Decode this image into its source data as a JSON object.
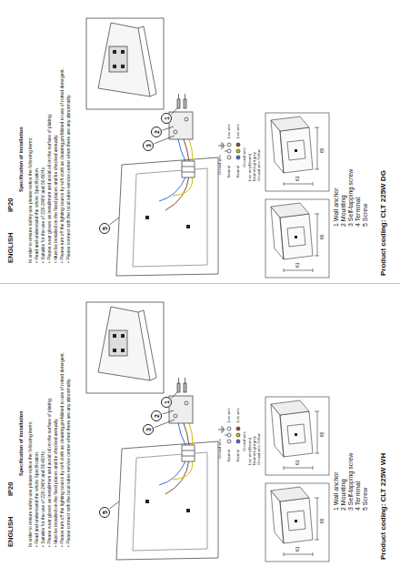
{
  "diagram": {
    "nodes": [
      {
        "text": [
          "1"
        ]
      },
      {
        "text": [
          "2"
        ]
      },
      {
        "text": [
          "3"
        ]
      },
      {
        "text": [
          "5"
        ]
      },
      {
        "text": [
          "1"
        ]
      },
      {
        "text": [
          "2"
        ]
      },
      {
        "text": [
          "3"
        ]
      },
      {
        "text": [
          "5"
        ]
      }
    ],
    "labels": [
      "ENGLISH",
      "IP20",
      "Specification of installation",
      "In order to ensure safety use please notice the following items:",
      "• Read and understand the whole Specification.",
      "• Suitable for the use of 220-240V and 50-60Hz.",
      "• Please wear gloves as installment and avoid oil on the surface of plating.",
      "• Must be installed on the fixed places and be checked annually.",
      "• Please turn off the lighting source by soft cloth as cleaning,prohibited to use of rotted detergent.",
      "• Please connect with the local sales service center when there are any abnormality.",
      "Ground wire",
      "Neutral",
      "Live wire",
      "Neutral",
      "Live wire",
      "Ground wire",
      "Line wire(Brown)",
      "Neutral-Light grey",
      "Ground wire-Yellow",
      "65",
      "61",
      "65",
      "61",
      "1 Wall anchor",
      "2 Mounting",
      "3 Self-tapping screw",
      "4 Terminal",
      "5 Screw",
      "Product coding: CLT 225W DG",
      "ENGLISH",
      "IP20",
      "Specification of installation",
      "In order to ensure safety use please notice the following items:",
      "• Read and understand the whole Specification.",
      "• Suitable for the use of 220-240V and 50-60Hz.",
      "• Please wear gloves as installment and avoid oil on the surface of plating.",
      "• Must be installed on the fixed places and be checked annually.",
      "• Please turn off the lighting source by soft cloth as cleaning,prohibited to use of rotted detergent.",
      "• Please connect with the local sales service center when there are any abnormality.",
      "Ground wire",
      "Neutral",
      "Live wire",
      "Neutral",
      "Live wire",
      "Ground wire",
      "Line wire(Brown)",
      "Neutral-Light grey",
      "Ground wire-Yellow",
      "65",
      "61",
      "65",
      "61",
      "1 Wall anchor",
      "2 Mounting",
      "3 Self-tapping screw",
      "4 Terminal",
      "5 Screw",
      "Product coding: CLT 225W WH"
    ]
  }
}
